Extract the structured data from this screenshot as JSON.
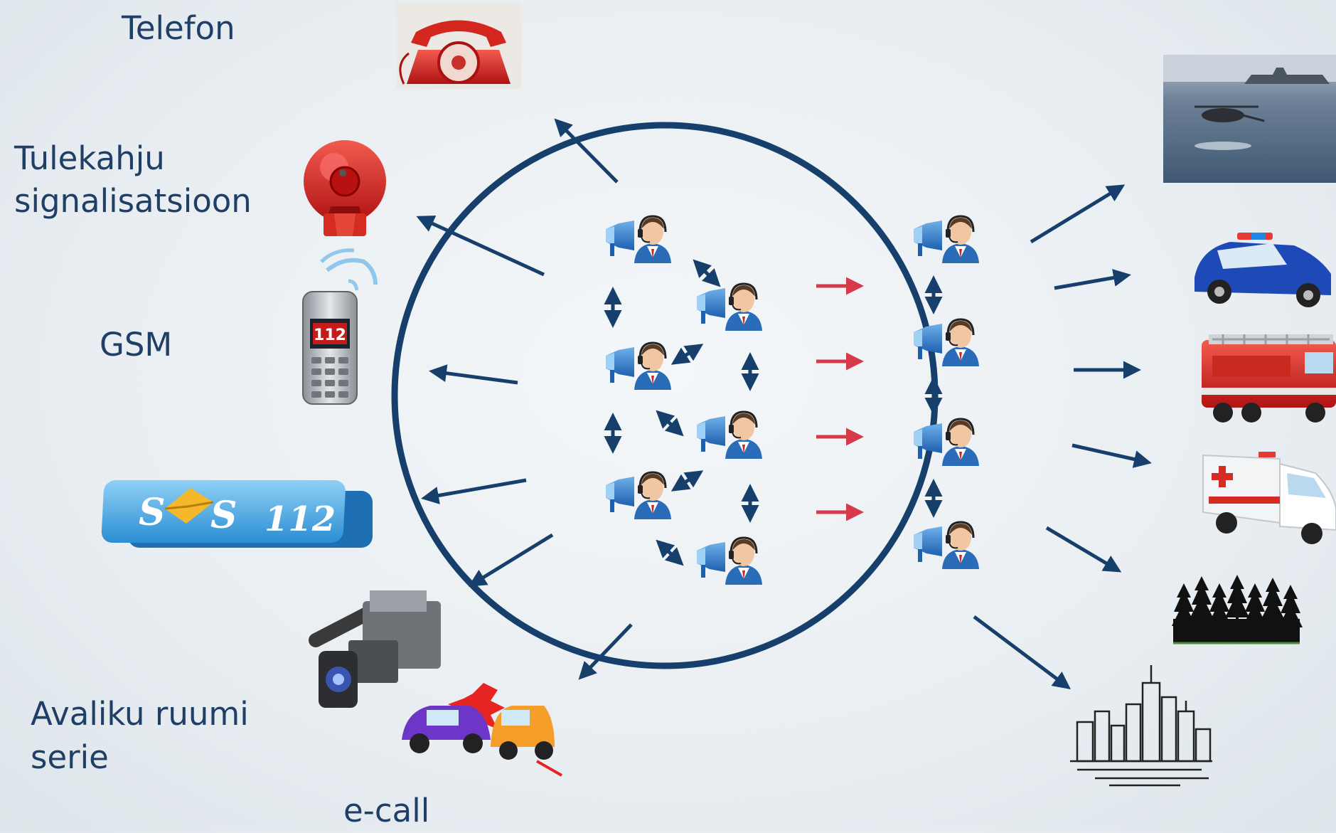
{
  "labels": {
    "telefon": "Telefon",
    "tulekahju_line1": "Tulekahju",
    "tulekahju_line2": "signalisatsioon",
    "gsm": "GSM",
    "avaliku_line1": "Avaliku ruumi",
    "avaliku_line2": "serie",
    "ecall": "e-call"
  },
  "badges": {
    "phone_screen": "112",
    "sos_s1": "S",
    "sos_s2": "S",
    "sos_number": "112"
  },
  "colors": {
    "navy": "#16406b",
    "red_arrow": "#d63a4a",
    "label_text": "#1f3f66"
  },
  "icons": {
    "left": [
      "rotary-phone-icon",
      "fire-alarm-bell-icon",
      "mobile-phone-icon",
      "sos-112-badge-icon",
      "video-camera-icon",
      "car-crash-icon"
    ],
    "right": [
      "coast-guard-photo-icon",
      "police-car-icon",
      "fire-truck-icon",
      "ambulance-icon",
      "forest-icon",
      "city-skyline-icon"
    ],
    "center": "call-operator-icon"
  }
}
